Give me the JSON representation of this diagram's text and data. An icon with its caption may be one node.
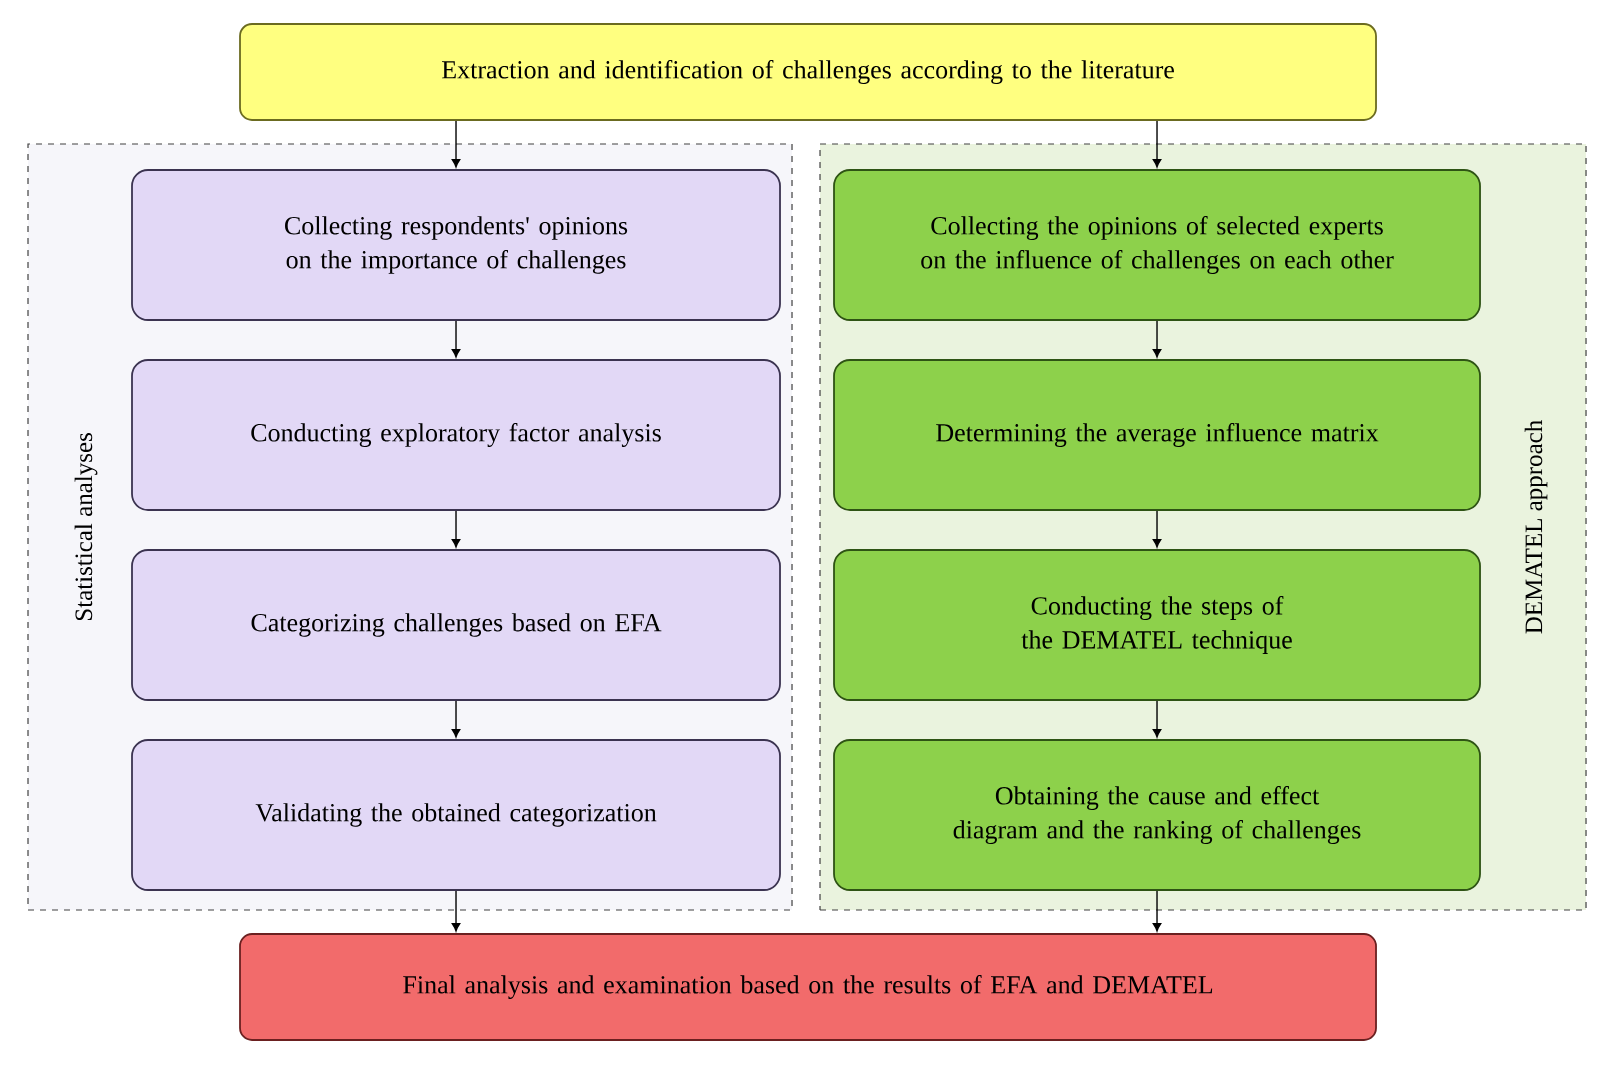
{
  "diagram": {
    "nodes": [
      {
        "text": [
          "Extraction and identification of challenges according to the literature"
        ]
      },
      {
        "text": [
          "Statistical analyses"
        ]
      },
      {
        "text": [
          "Collecting respondents' opinions on the importance of challenges"
        ],
        "in": 1
      },
      {
        "text": [
          "Conducting exploratory factor analysis"
        ],
        "in": 1
      },
      {
        "text": [
          "Categorizing challenges based on EFA"
        ],
        "in": 1
      },
      {
        "text": [
          "Validating the obtained categorization"
        ],
        "in": 1
      },
      {
        "text": [
          "DEMATEL approach"
        ]
      },
      {
        "text": [
          "Collecting the opinions of selected experts on the influence of challenges on each other"
        ],
        "in": 6
      },
      {
        "text": [
          "Determining the average influence matrix"
        ],
        "in": 6
      },
      {
        "text": [
          "Conducting the steps of the DEMATEL technique"
        ],
        "in": 6
      },
      {
        "text": [
          "Obtaining the cause and effect diagram and the ranking of challenges"
        ],
        "in": 6
      },
      {
        "text": [
          "Final analysis and examination based on the results of EFA and DEMATEL"
        ]
      }
    ],
    "edges": [
      {
        "from": 0,
        "to": 2,
        "arrow": "to"
      },
      {
        "from": 2,
        "to": 3,
        "arrow": "to"
      },
      {
        "from": 3,
        "to": 4,
        "arrow": "to"
      },
      {
        "from": 4,
        "to": 5,
        "arrow": "to"
      },
      {
        "from": 5,
        "to": 11,
        "arrow": "to"
      },
      {
        "from": 0,
        "to": 7,
        "arrow": "to"
      },
      {
        "from": 7,
        "to": 8,
        "arrow": "to"
      },
      {
        "from": 8,
        "to": 9,
        "arrow": "to"
      },
      {
        "from": 9,
        "to": 10,
        "arrow": "to"
      },
      {
        "from": 10,
        "to": 11,
        "arrow": "to"
      }
    ]
  }
}
